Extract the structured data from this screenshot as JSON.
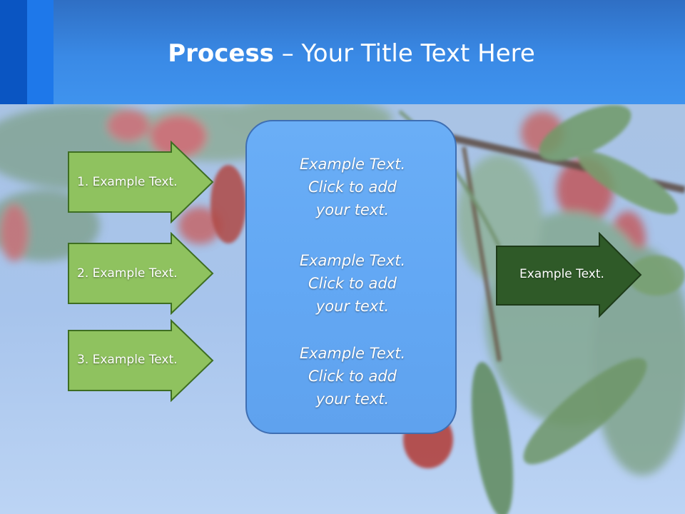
{
  "slide": {
    "title_bold": "Process",
    "title_rest": " – Your Title Text Here"
  },
  "inputs": [
    {
      "label": "1. Example Text."
    },
    {
      "label": "2. Example Text."
    },
    {
      "label": "3. Example Text."
    }
  ],
  "center_panel": {
    "blocks": [
      {
        "line1": "Example Text.",
        "line2": "Click  to add",
        "line3": "your text."
      },
      {
        "line1": "Example Text.",
        "line2": "Click  to add",
        "line3": "your text."
      },
      {
        "line1": "Example Text.",
        "line2": "Click  to add",
        "line3": "your text."
      }
    ]
  },
  "output": {
    "label": "Example Text."
  },
  "colors": {
    "input_arrow_fill": "#8fc25f",
    "input_arrow_stroke": "#3e6e22",
    "output_arrow_fill": "#2f5a28",
    "output_arrow_stroke": "#1d3a18",
    "panel_fill": "#63a8f4",
    "panel_border": "#3f6fb3",
    "header_fill": "#3a8ae6"
  }
}
